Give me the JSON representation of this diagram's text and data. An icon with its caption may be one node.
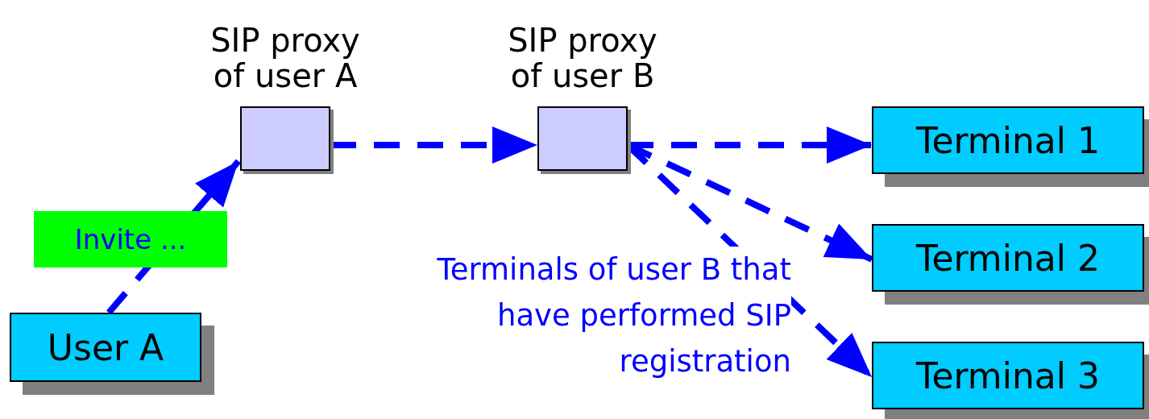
{
  "diagram": {
    "nodes": [
      {
        "text": [
          "User A"
        ]
      },
      {
        "text": [
          "SIP proxy of user A"
        ]
      },
      {
        "text": [
          "SIP proxy of user B"
        ]
      },
      {
        "text": [
          "Terminal 1"
        ]
      },
      {
        "text": [
          "Terminal 2"
        ]
      },
      {
        "text": [
          "Terminal 3"
        ]
      }
    ],
    "edges": [
      {
        "from": 0,
        "to": 1,
        "arrow": "to",
        "style": "dashed",
        "label": "Invite ..."
      },
      {
        "from": 1,
        "to": 2,
        "arrow": "to",
        "style": "dashed"
      },
      {
        "from": 2,
        "to": 3,
        "arrow": "to",
        "style": "dashed"
      },
      {
        "from": 2,
        "to": 4,
        "arrow": "to",
        "style": "dashed"
      },
      {
        "from": 2,
        "to": 5,
        "arrow": "to",
        "style": "dashed"
      }
    ],
    "labels": [
      "Terminals of user B that have performed SIP registration"
    ]
  }
}
